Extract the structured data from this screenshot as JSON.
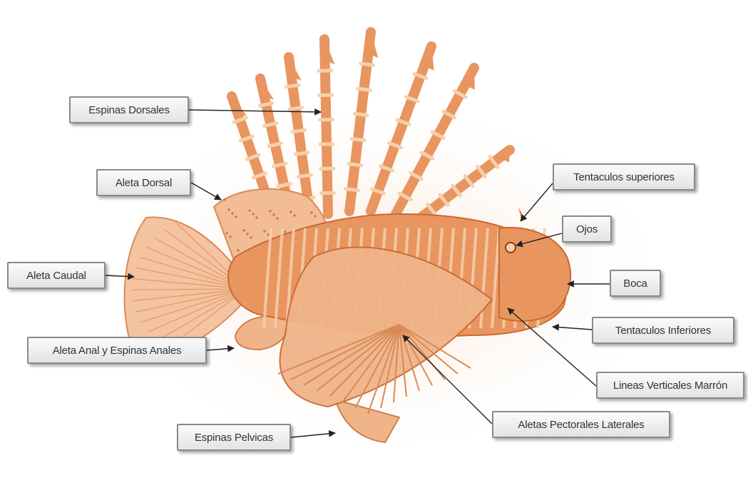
{
  "colors": {
    "body": "#e8955f",
    "body_light": "#f6cfae",
    "stripe": "#c96a33",
    "fin": "#f0b489",
    "arrow": "#222222"
  },
  "labels": {
    "espinas_dorsales": "Espinas Dorsales",
    "aleta_dorsal": "Aleta Dorsal",
    "aleta_caudal": "Aleta Caudal",
    "aleta_anal": "Aleta Anal y Espinas Anales",
    "espinas_pelvicas": "Espinas Pelvicas",
    "tentaculos_superiores": "Tentaculos superiores",
    "ojos": "Ojos",
    "boca": "Boca",
    "tentaculos_inferiores": "Tentaculos Inferiores",
    "lineas_verticales": "Lineas Verticales Marrón",
    "aletas_pectorales": "Aletas Pectorales Laterales"
  }
}
